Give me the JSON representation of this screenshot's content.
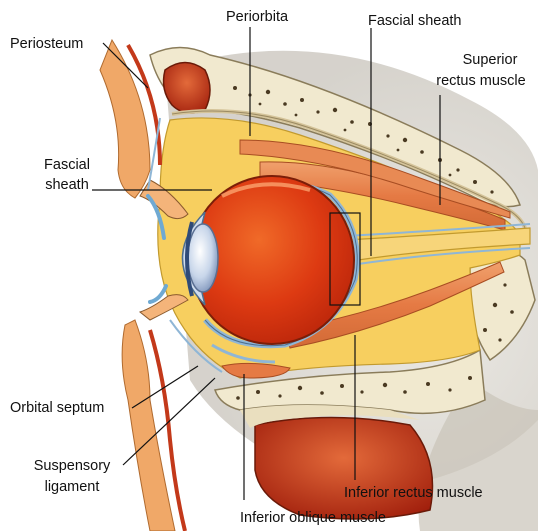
{
  "labels": {
    "periorbita": "Periorbita",
    "fascial_sheath_top": "Fascial sheath",
    "periosteum": "Periosteum",
    "superior_rectus_line1": "Superior",
    "superior_rectus_line2": "rectus muscle",
    "fascial_sheath_left_line1": "Fascial",
    "fascial_sheath_left_line2": "sheath",
    "orbital_septum": "Orbital septum",
    "suspensory_line1": "Suspensory",
    "suspensory_line2": "ligament",
    "inferior_rectus": "Inferior rectus muscle",
    "inferior_oblique": "Inferior oblique muscle"
  }
}
